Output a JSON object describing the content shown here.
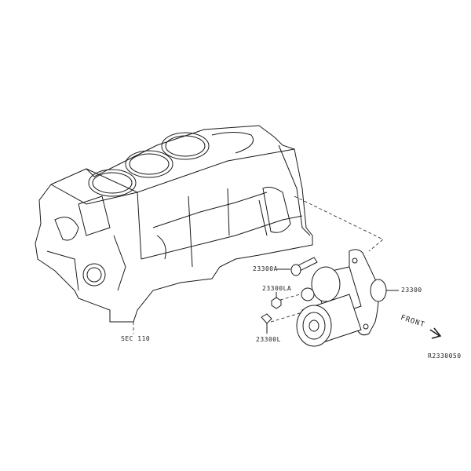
{
  "diagram": {
    "type": "exploded-parts-diagram",
    "line_color": "#1a1a1a",
    "background": "#ffffff"
  },
  "parts": [
    {
      "id": "block",
      "label": "SEC 110",
      "description": "cylinder block reference"
    },
    {
      "id": "bolt",
      "label": "23300A"
    },
    {
      "id": "nut",
      "label": "23300LA"
    },
    {
      "id": "stud",
      "label": "23300L"
    },
    {
      "id": "starter",
      "label": "23300"
    }
  ],
  "labels": {
    "sec": "SEC 110",
    "bolt": "23300A",
    "nut": "23300LA",
    "stud": "23300L",
    "starter": "23300",
    "front": "FRONT",
    "ref": "R2330050"
  }
}
